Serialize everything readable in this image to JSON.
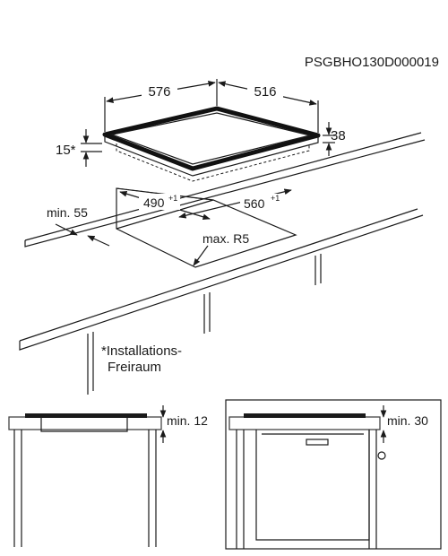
{
  "doc_code": "PSGBHO130D000019",
  "dims": {
    "width_576": "576",
    "depth_516": "516",
    "height_38": "38",
    "gap_15": "15*",
    "cut_490": "490",
    "cut_490_sup": "+1",
    "cut_560": "560",
    "cut_560_sup": "+1",
    "radius": "max. R5",
    "min_55": "min. 55",
    "min_12": "min. 12",
    "min_30": "min. 30"
  },
  "footnote": {
    "line1": "*Installations-",
    "line2": "Freiraum"
  }
}
